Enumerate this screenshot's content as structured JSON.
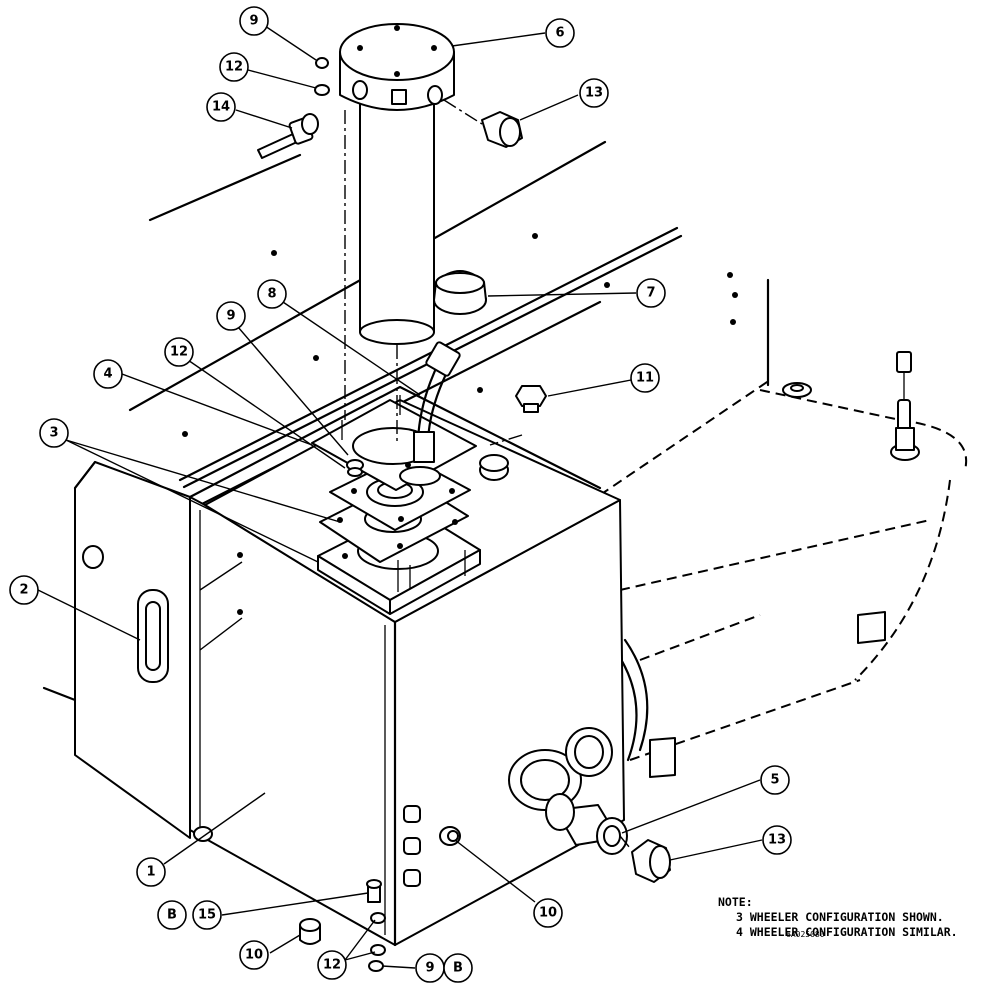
{
  "balloons": [
    {
      "id": "b1",
      "label": "1"
    },
    {
      "id": "b2",
      "label": "2"
    },
    {
      "id": "b3",
      "label": "3"
    },
    {
      "id": "b4",
      "label": "4"
    },
    {
      "id": "b5",
      "label": "5"
    },
    {
      "id": "b6",
      "label": "6"
    },
    {
      "id": "b7",
      "label": "7"
    },
    {
      "id": "b8",
      "label": "8"
    },
    {
      "id": "b9a",
      "label": "9"
    },
    {
      "id": "b9b",
      "label": "9"
    },
    {
      "id": "b9c",
      "label": "9"
    },
    {
      "id": "b10a",
      "label": "10"
    },
    {
      "id": "b10b",
      "label": "10"
    },
    {
      "id": "b11",
      "label": "11"
    },
    {
      "id": "b12a",
      "label": "12"
    },
    {
      "id": "b12b",
      "label": "12"
    },
    {
      "id": "b12c",
      "label": "12"
    },
    {
      "id": "b13a",
      "label": "13"
    },
    {
      "id": "b13b",
      "label": "13"
    },
    {
      "id": "b14",
      "label": "14"
    },
    {
      "id": "b15",
      "label": "15"
    },
    {
      "id": "bBa",
      "label": "B"
    },
    {
      "id": "bBb",
      "label": "B"
    }
  ],
  "note": {
    "heading": "NOTE:",
    "line1": "3 WHEELER CONFIGURATION SHOWN.",
    "line2": "4 WHEELER CONFIGURATION SIMILAR."
  },
  "drawing_number": "6A025080"
}
